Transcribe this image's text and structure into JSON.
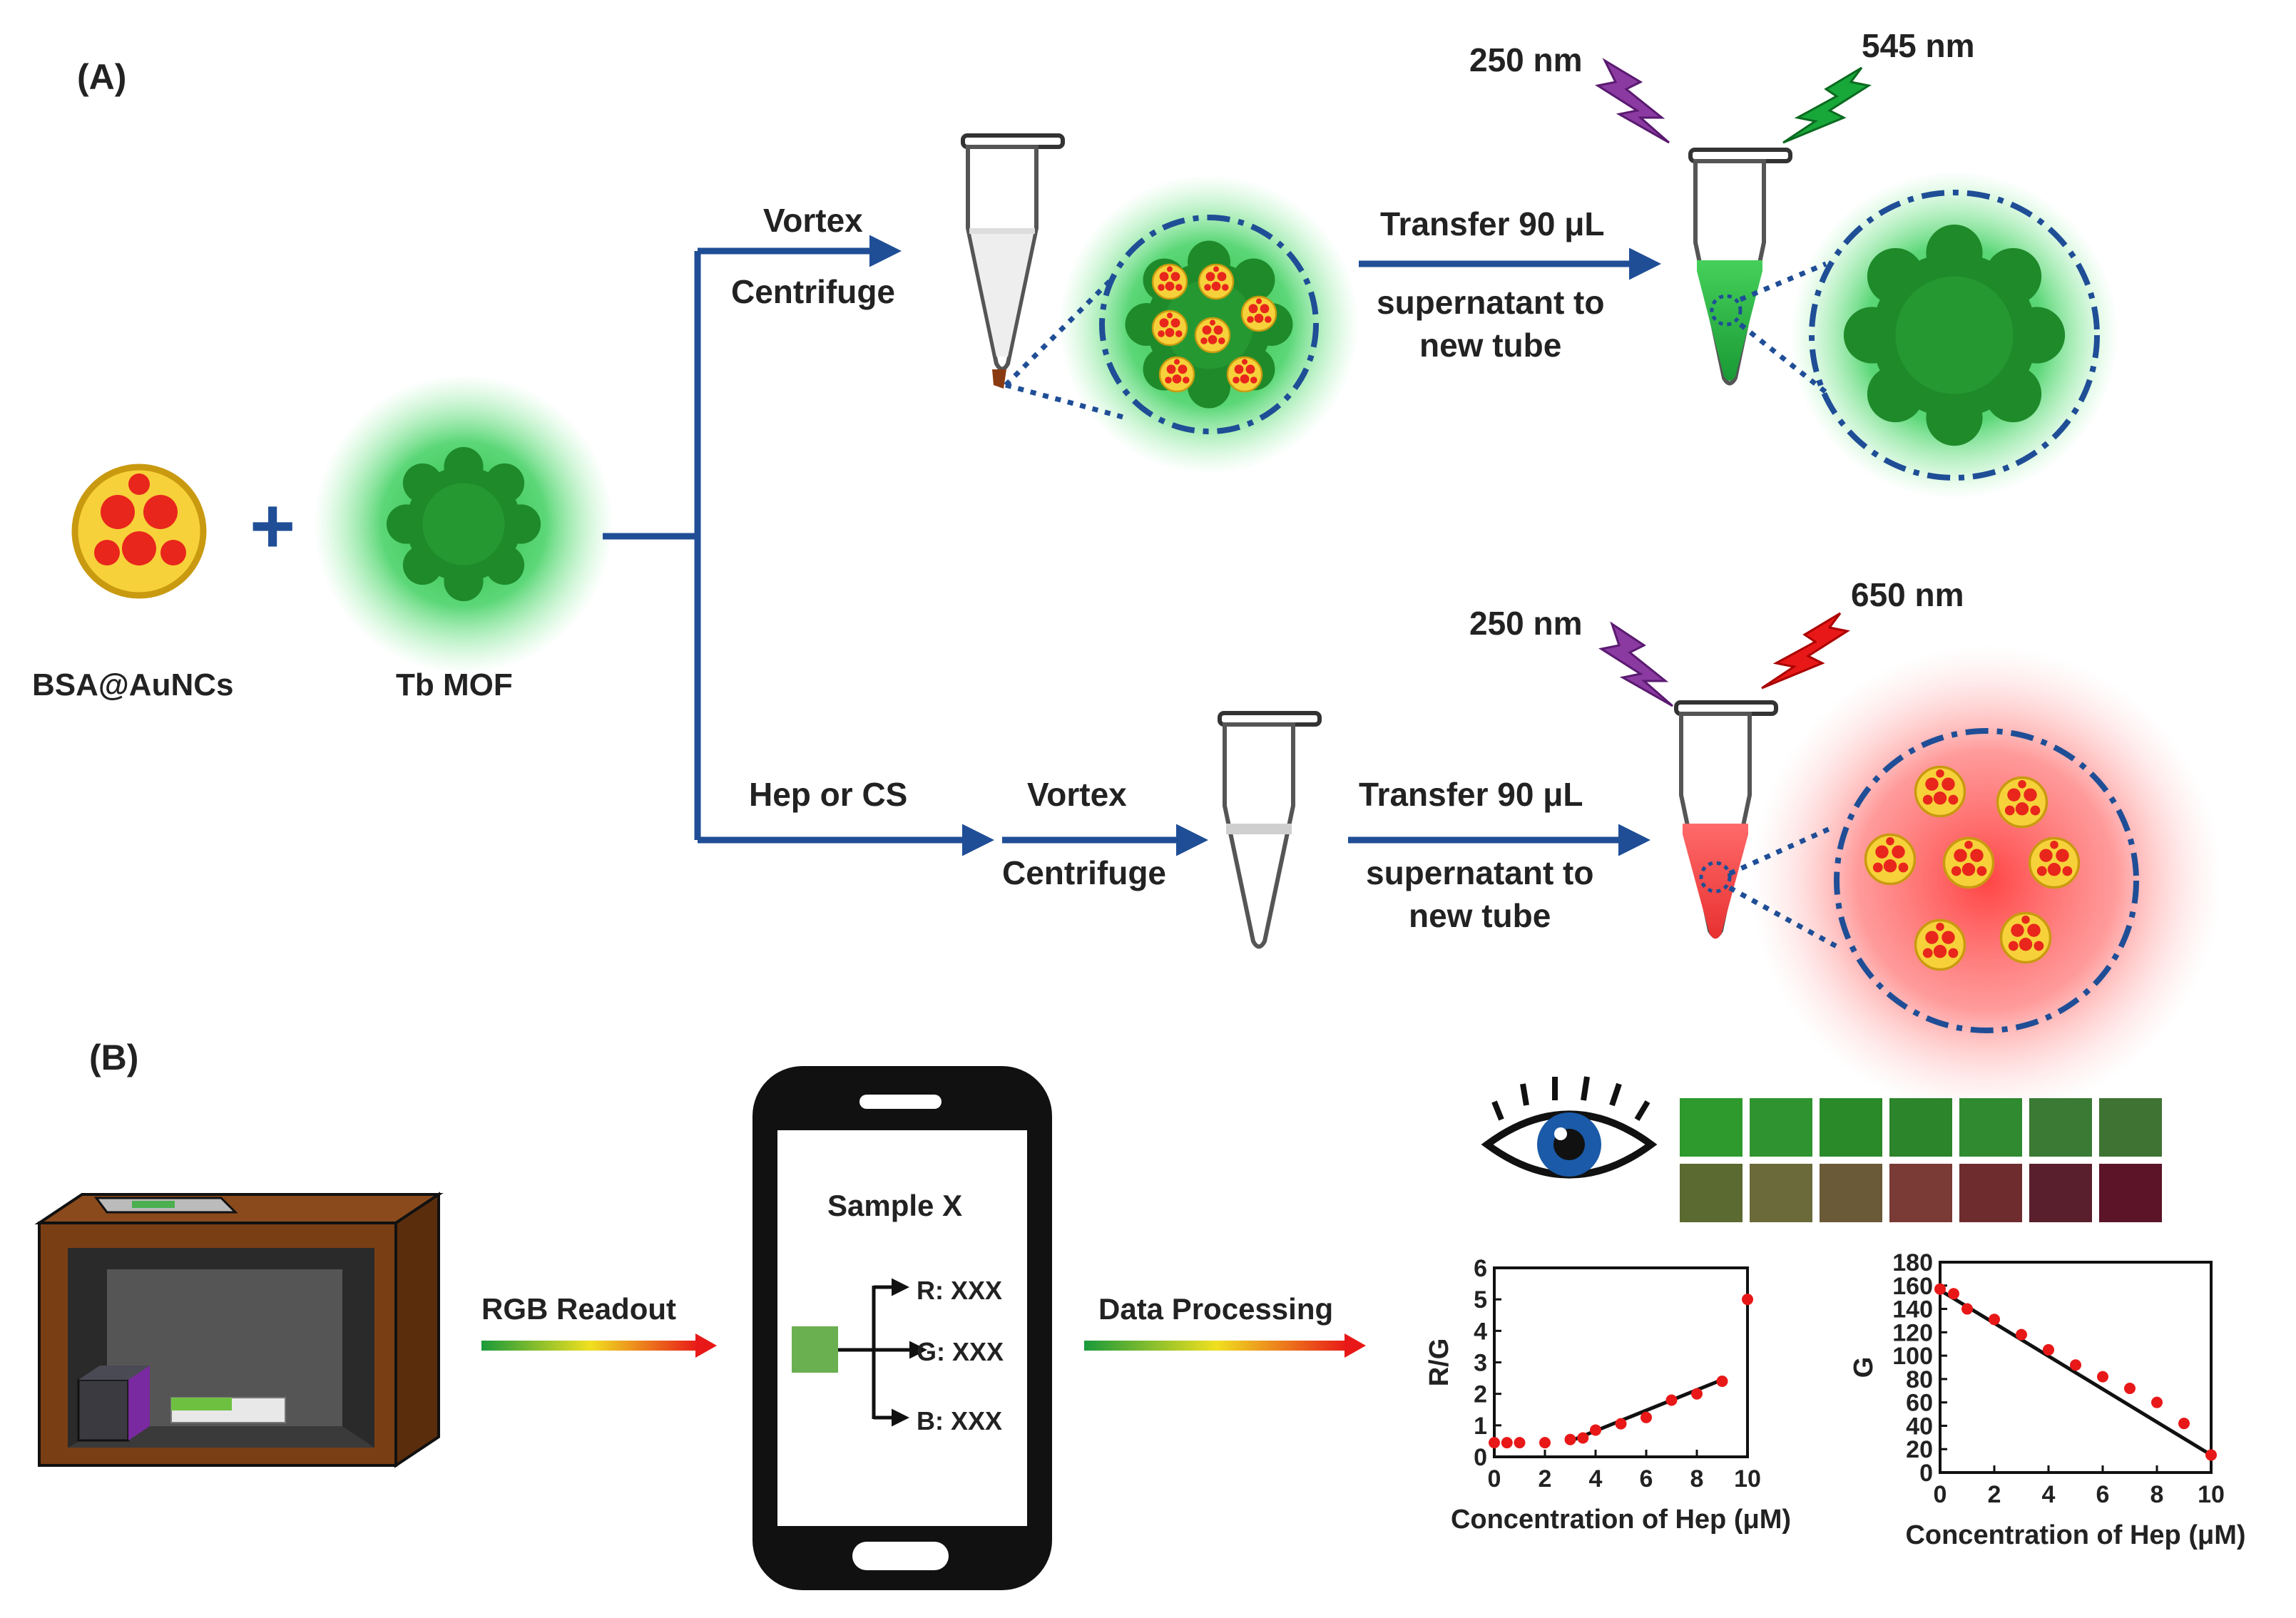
{
  "panel_a": {
    "label": "(A)",
    "reagents": {
      "aunc_label": "BSA@AuNCs",
      "mof_label": "Tb MOF",
      "plus": "+"
    },
    "top_branch": {
      "step1_line1": "Vortex",
      "step1_line2": "Centrifuge",
      "step2_line1": "Transfer 90 μL",
      "step2_line2": "supernatant to",
      "step2_line3": "new tube",
      "excitation": "250 nm",
      "emission": "545 nm"
    },
    "bottom_branch": {
      "additive": "Hep or CS",
      "step1_line1": "Vortex",
      "step1_line2": "Centrifuge",
      "step2_line1": "Transfer 90 μL",
      "step2_line2": "supernatant to",
      "step2_line3": "new tube",
      "excitation": "250 nm",
      "emission": "650 nm"
    }
  },
  "panel_b": {
    "label": "(B)",
    "readout_label": "RGB Readout",
    "processing_label": "Data Processing",
    "phone": {
      "sample": "Sample X",
      "r": "R: XXX",
      "g": "G: XXX",
      "b": "B: XXX"
    },
    "swatches_top": [
      "#2e9a2e",
      "#2f9430",
      "#2a8a2a",
      "#2c842b",
      "#2f8a30",
      "#3a7a35",
      "#3f7333"
    ],
    "swatches_bottom": [
      "#5a6a30",
      "#6b6a3a",
      "#6a5a38",
      "#7a3a35",
      "#6e2c2e",
      "#5a1f2c",
      "#5b1428"
    ]
  },
  "colors": {
    "arrow": "#1f4e96",
    "green_glow": "#2ecc40",
    "red_glow": "#ff5a5a",
    "violet_bolt": "#8a3aa0",
    "green_bolt": "#18a83a",
    "red_bolt": "#e81818",
    "plot_point": "#e81818"
  },
  "chart_data": [
    {
      "type": "scatter",
      "title": "",
      "xlabel": "Concentration of Hep (μM)",
      "ylabel": "R/G",
      "xlim": [
        0,
        10
      ],
      "ylim": [
        0,
        6
      ],
      "xticks": [
        0,
        2,
        4,
        6,
        8,
        10
      ],
      "yticks": [
        0,
        1,
        2,
        3,
        4,
        5,
        6
      ],
      "points": {
        "x": [
          0,
          0.5,
          1,
          2,
          3,
          3.5,
          4,
          5,
          6,
          7,
          8,
          9,
          10
        ],
        "y": [
          0.45,
          0.45,
          0.45,
          0.45,
          0.55,
          0.6,
          0.85,
          1.05,
          1.25,
          1.8,
          2.0,
          2.4,
          5.0
        ]
      },
      "fit": {
        "x": [
          3,
          9
        ],
        "y": [
          0.5,
          2.45
        ]
      }
    },
    {
      "type": "scatter",
      "title": "",
      "xlabel": "Concentration of Hep (μM)",
      "ylabel": "G",
      "xlim": [
        0,
        10
      ],
      "ylim": [
        0,
        180
      ],
      "xticks": [
        0,
        2,
        4,
        6,
        8,
        10
      ],
      "yticks": [
        0,
        20,
        40,
        60,
        80,
        100,
        120,
        140,
        160,
        180
      ],
      "points": {
        "x": [
          0,
          0.5,
          1,
          2,
          3,
          4,
          5,
          6,
          7,
          8,
          9,
          10
        ],
        "y": [
          157,
          153,
          140,
          131,
          118,
          105,
          92,
          82,
          72,
          60,
          42,
          15
        ]
      },
      "fit": {
        "x": [
          0,
          10
        ],
        "y": [
          156,
          15
        ]
      }
    }
  ]
}
